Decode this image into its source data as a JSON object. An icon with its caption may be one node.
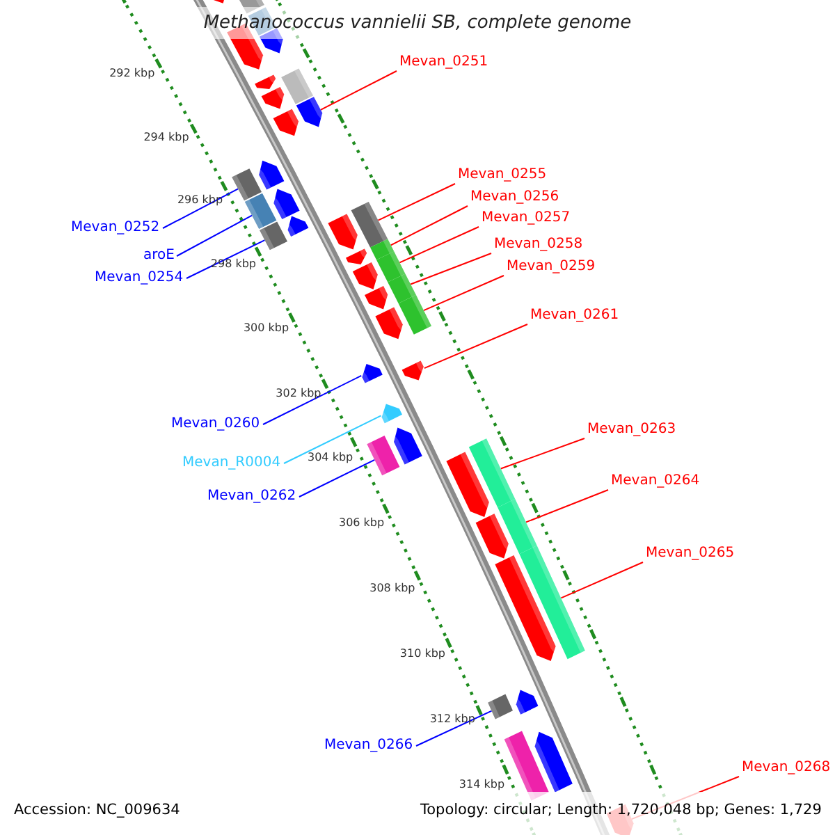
{
  "diagram": {
    "title": "Methanococcus vannielii SB, complete genome",
    "nodes": [
      {
        "text": [
          "Mevan_0251"
        ]
      },
      {
        "text": [
          "Mevan_0252"
        ]
      },
      {
        "text": [
          "aroE"
        ]
      },
      {
        "text": [
          "Mevan_0254"
        ]
      },
      {
        "text": [
          "Mevan_0255"
        ]
      },
      {
        "text": [
          "Mevan_0256"
        ]
      },
      {
        "text": [
          "Mevan_0257"
        ]
      },
      {
        "text": [
          "Mevan_0258"
        ]
      },
      {
        "text": [
          "Mevan_0259"
        ]
      },
      {
        "text": [
          "Mevan_0260"
        ]
      },
      {
        "text": [
          "Mevan_R0004"
        ]
      },
      {
        "text": [
          "Mevan_0261"
        ]
      },
      {
        "text": [
          "Mevan_0262"
        ]
      },
      {
        "text": [
          "Mevan_0263"
        ]
      },
      {
        "text": [
          "Mevan_0264"
        ]
      },
      {
        "text": [
          "Mevan_0265"
        ]
      },
      {
        "text": [
          "Mevan_0266"
        ]
      },
      {
        "text": [
          "Mevan_0268"
        ]
      },
      {
        "text": [],
        "shape": "box"
      },
      {
        "text": [],
        "shape": "box"
      },
      {
        "text": [],
        "shape": "box"
      },
      {
        "text": [],
        "shape": "box"
      },
      {
        "text": [],
        "shape": "box"
      },
      {
        "text": [],
        "shape": "box"
      },
      {
        "text": [],
        "shape": "box"
      },
      {
        "text": [],
        "shape": "box"
      },
      {
        "text": [],
        "shape": "box"
      },
      {
        "text": [],
        "shape": "box"
      },
      {
        "text": [],
        "shape": "box"
      },
      {
        "text": [],
        "shape": "box"
      },
      {
        "text": [],
        "shape": "box"
      },
      {
        "text": [],
        "shape": "box"
      },
      {
        "text": [],
        "shape": "box"
      },
      {
        "text": [],
        "shape": "box"
      },
      {
        "text": [],
        "shape": "box"
      },
      {
        "text": [],
        "shape": "box"
      },
      {
        "text": [],
        "shape": "box"
      },
      {
        "text": [],
        "shape": "box"
      },
      {
        "text": [],
        "shape": "box"
      },
      {
        "text": [],
        "shape": "box"
      },
      {
        "text": [],
        "shape": "box"
      },
      {
        "text": [],
        "shape": "box"
      },
      {
        "text": [],
        "shape": "box"
      },
      {
        "text": [],
        "shape": "box"
      },
      {
        "text": [],
        "shape": "box"
      },
      {
        "text": [],
        "shape": "box"
      },
      {
        "text": [],
        "shape": "box"
      },
      {
        "text": [],
        "shape": "box"
      },
      {
        "text": [],
        "shape": "box"
      },
      {
        "text": [],
        "shape": "box"
      },
      {
        "text": [],
        "shape": "box"
      },
      {
        "text": [],
        "shape": "box"
      },
      {
        "text": [],
        "shape": "box"
      },
      {
        "text": [],
        "shape": "box"
      },
      {
        "text": [],
        "shape": "box"
      },
      {
        "text": [],
        "shape": "box"
      },
      {
        "text": [],
        "shape": "box"
      },
      {
        "text": [],
        "shape": "box"
      },
      {
        "text": [],
        "shape": "box"
      },
      {
        "text": [],
        "shape": "box"
      }
    ],
    "edges": [
      {
        "from": 0,
        "to": 26,
        "arrow": "none"
      },
      {
        "from": 1,
        "to": 29,
        "arrow": "none",
        "color": "#0000ff"
      },
      {
        "from": 2,
        "to": 30,
        "arrow": "none",
        "color": "#0000ff"
      },
      {
        "from": 3,
        "to": 32,
        "arrow": "none",
        "color": "#0000ff"
      },
      {
        "from": 4,
        "to": 34,
        "arrow": "none"
      },
      {
        "from": 5,
        "to": 37,
        "arrow": "none"
      },
      {
        "from": 6,
        "to": 39,
        "arrow": "none"
      },
      {
        "from": 7,
        "to": 40,
        "arrow": "none"
      },
      {
        "from": 8,
        "to": 42,
        "arrow": "none"
      },
      {
        "from": 9,
        "to": 44,
        "arrow": "none",
        "color": "#0000ff"
      },
      {
        "from": 10,
        "to": 46,
        "arrow": "none",
        "color": "#33ccff"
      },
      {
        "from": 11,
        "to": 45,
        "arrow": "none"
      },
      {
        "from": 12,
        "to": 48,
        "arrow": "none",
        "color": "#0000ff"
      },
      {
        "from": 13,
        "to": 49,
        "arrow": "none"
      },
      {
        "from": 14,
        "to": 51,
        "arrow": "none"
      },
      {
        "from": 15,
        "to": 54,
        "arrow": "none"
      },
      {
        "from": 16,
        "to": 55,
        "arrow": "none",
        "color": "#0000ff"
      },
      {
        "from": 17,
        "to": 59,
        "arrow": "none"
      }
    ],
    "labels": [
      "292 kbp",
      "294 kbp",
      "296 kbp",
      "298 kbp",
      "300 kbp",
      "302 kbp",
      "304 kbp",
      "306 kbp",
      "308 kbp",
      "310 kbp",
      "312 kbp",
      "314 kbp",
      "Accession: NC_009634",
      "Topology: circular; Length: 1,720,048 bp; Genes: 1,729"
    ]
  }
}
